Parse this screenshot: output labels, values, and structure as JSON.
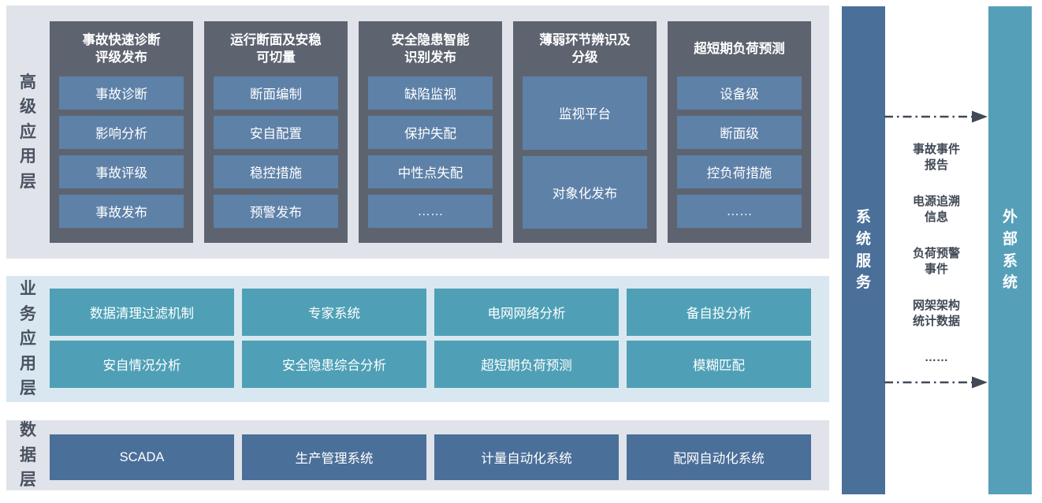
{
  "layers": {
    "advanced": {
      "label": "高级应用层",
      "columns": [
        {
          "title": "事故快速诊断\n评级发布",
          "items": [
            "事故诊断",
            "影响分析",
            "事故评级",
            "事故发布"
          ]
        },
        {
          "title": "运行断面及安稳\n可切量",
          "items": [
            "断面编制",
            "安自配置",
            "稳控措施",
            "预警发布"
          ]
        },
        {
          "title": "安全隐患智能\n识别发布",
          "items": [
            "缺陷监视",
            "保护失配",
            "中性点失配",
            "……"
          ]
        },
        {
          "title": "薄弱环节辨识及\n分级",
          "items": [
            "监视平台",
            "对象化发布"
          ]
        },
        {
          "title": "超短期负荷预测",
          "items": [
            "设备级",
            "断面级",
            "控负荷措施",
            "……"
          ]
        }
      ]
    },
    "business": {
      "label": "业务应用层",
      "rows": [
        [
          "数据清理过滤机制",
          "专家系统",
          "电网网络分析",
          "备自投分析"
        ],
        [
          "安自情况分析",
          "安全隐患综合分析",
          "超短期负荷预测",
          "模糊匹配"
        ]
      ]
    },
    "data": {
      "label": "数据层",
      "items": [
        "SCADA",
        "生产管理系统",
        "计量自动化系统",
        "配网自动化系统"
      ]
    }
  },
  "right": {
    "system_service_label": "系统服务",
    "external_system_label": "外部系统",
    "exchange_items": [
      "事故事件\n报告",
      "电源追溯\n信息",
      "负荷预警\n事件",
      "网架架构\n统计数据",
      "……"
    ]
  },
  "colors": {
    "panel_gray": "#e0e3ea",
    "panel_blue": "#d9e8f0",
    "column_dark": "#5d6470",
    "chip_blue": "#5e81a8",
    "chip_teal": "#4fa0b6",
    "chip_steel": "#4a6f99",
    "bar_system": "#4a6f99",
    "bar_external": "#55a0b8",
    "arrow": "#414956",
    "label_text": "#4a5261"
  }
}
